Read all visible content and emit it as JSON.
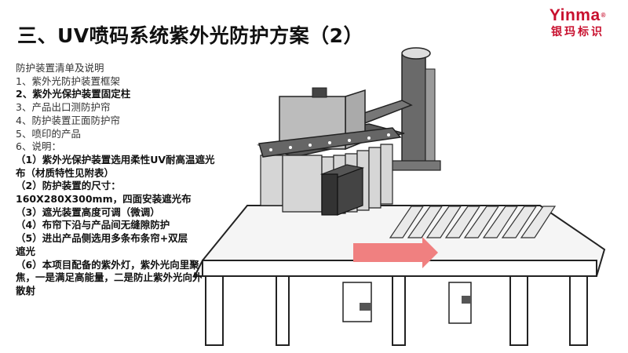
{
  "header": {
    "title": "三、UV喷码系统紫外光防护方案（2）",
    "logo_text": "Yinma",
    "logo_mark": "®",
    "logo_subtitle": "银玛标识"
  },
  "notes": [
    {
      "text": "防护装置清单及说明",
      "style": "light"
    },
    {
      "text": "1、紫外光防护装置框架",
      "style": "light"
    },
    {
      "text": "2、紫外光保护装置固定柱",
      "style": "bold"
    },
    {
      "text": "3、产品出口测防护帘",
      "style": "light"
    },
    {
      "text": "4、防护装置正面防护帘",
      "style": "light"
    },
    {
      "text": "5、喷印的产品",
      "style": "light"
    },
    {
      "text": "6、说明：",
      "style": "light"
    },
    {
      "text": "（1）紫外光保护装置选用柔性UV耐高温遮光布（材质特性见附表）",
      "style": "bold"
    },
    {
      "text": "（2）防护装置的尺寸：",
      "style": "bold"
    },
    {
      "text": "160X280X300mm，四面安装遮光布",
      "style": "bold"
    },
    {
      "text": "（3）遮光装置高度可调（微调）",
      "style": "bold"
    },
    {
      "text": "（4）布帘下沿与产品间无缝隙防护",
      "style": "bold"
    },
    {
      "text": "（5）进出产品侧选用多条布条帘+双层遮光",
      "style": "bold"
    },
    {
      "text": "（6）本项目配备的紫外灯，紫外光向里聚焦，一是满足高能量，二是防止紫外光向外散射",
      "style": "bold"
    }
  ],
  "colors": {
    "brand_red": "#c8102e",
    "flow_arrow": "#f08080",
    "frame_dark": "#555555",
    "panel_gray": "#d0d0d0"
  },
  "icons": [
    "conveyor-illustration",
    "flow-direction-arrow"
  ]
}
